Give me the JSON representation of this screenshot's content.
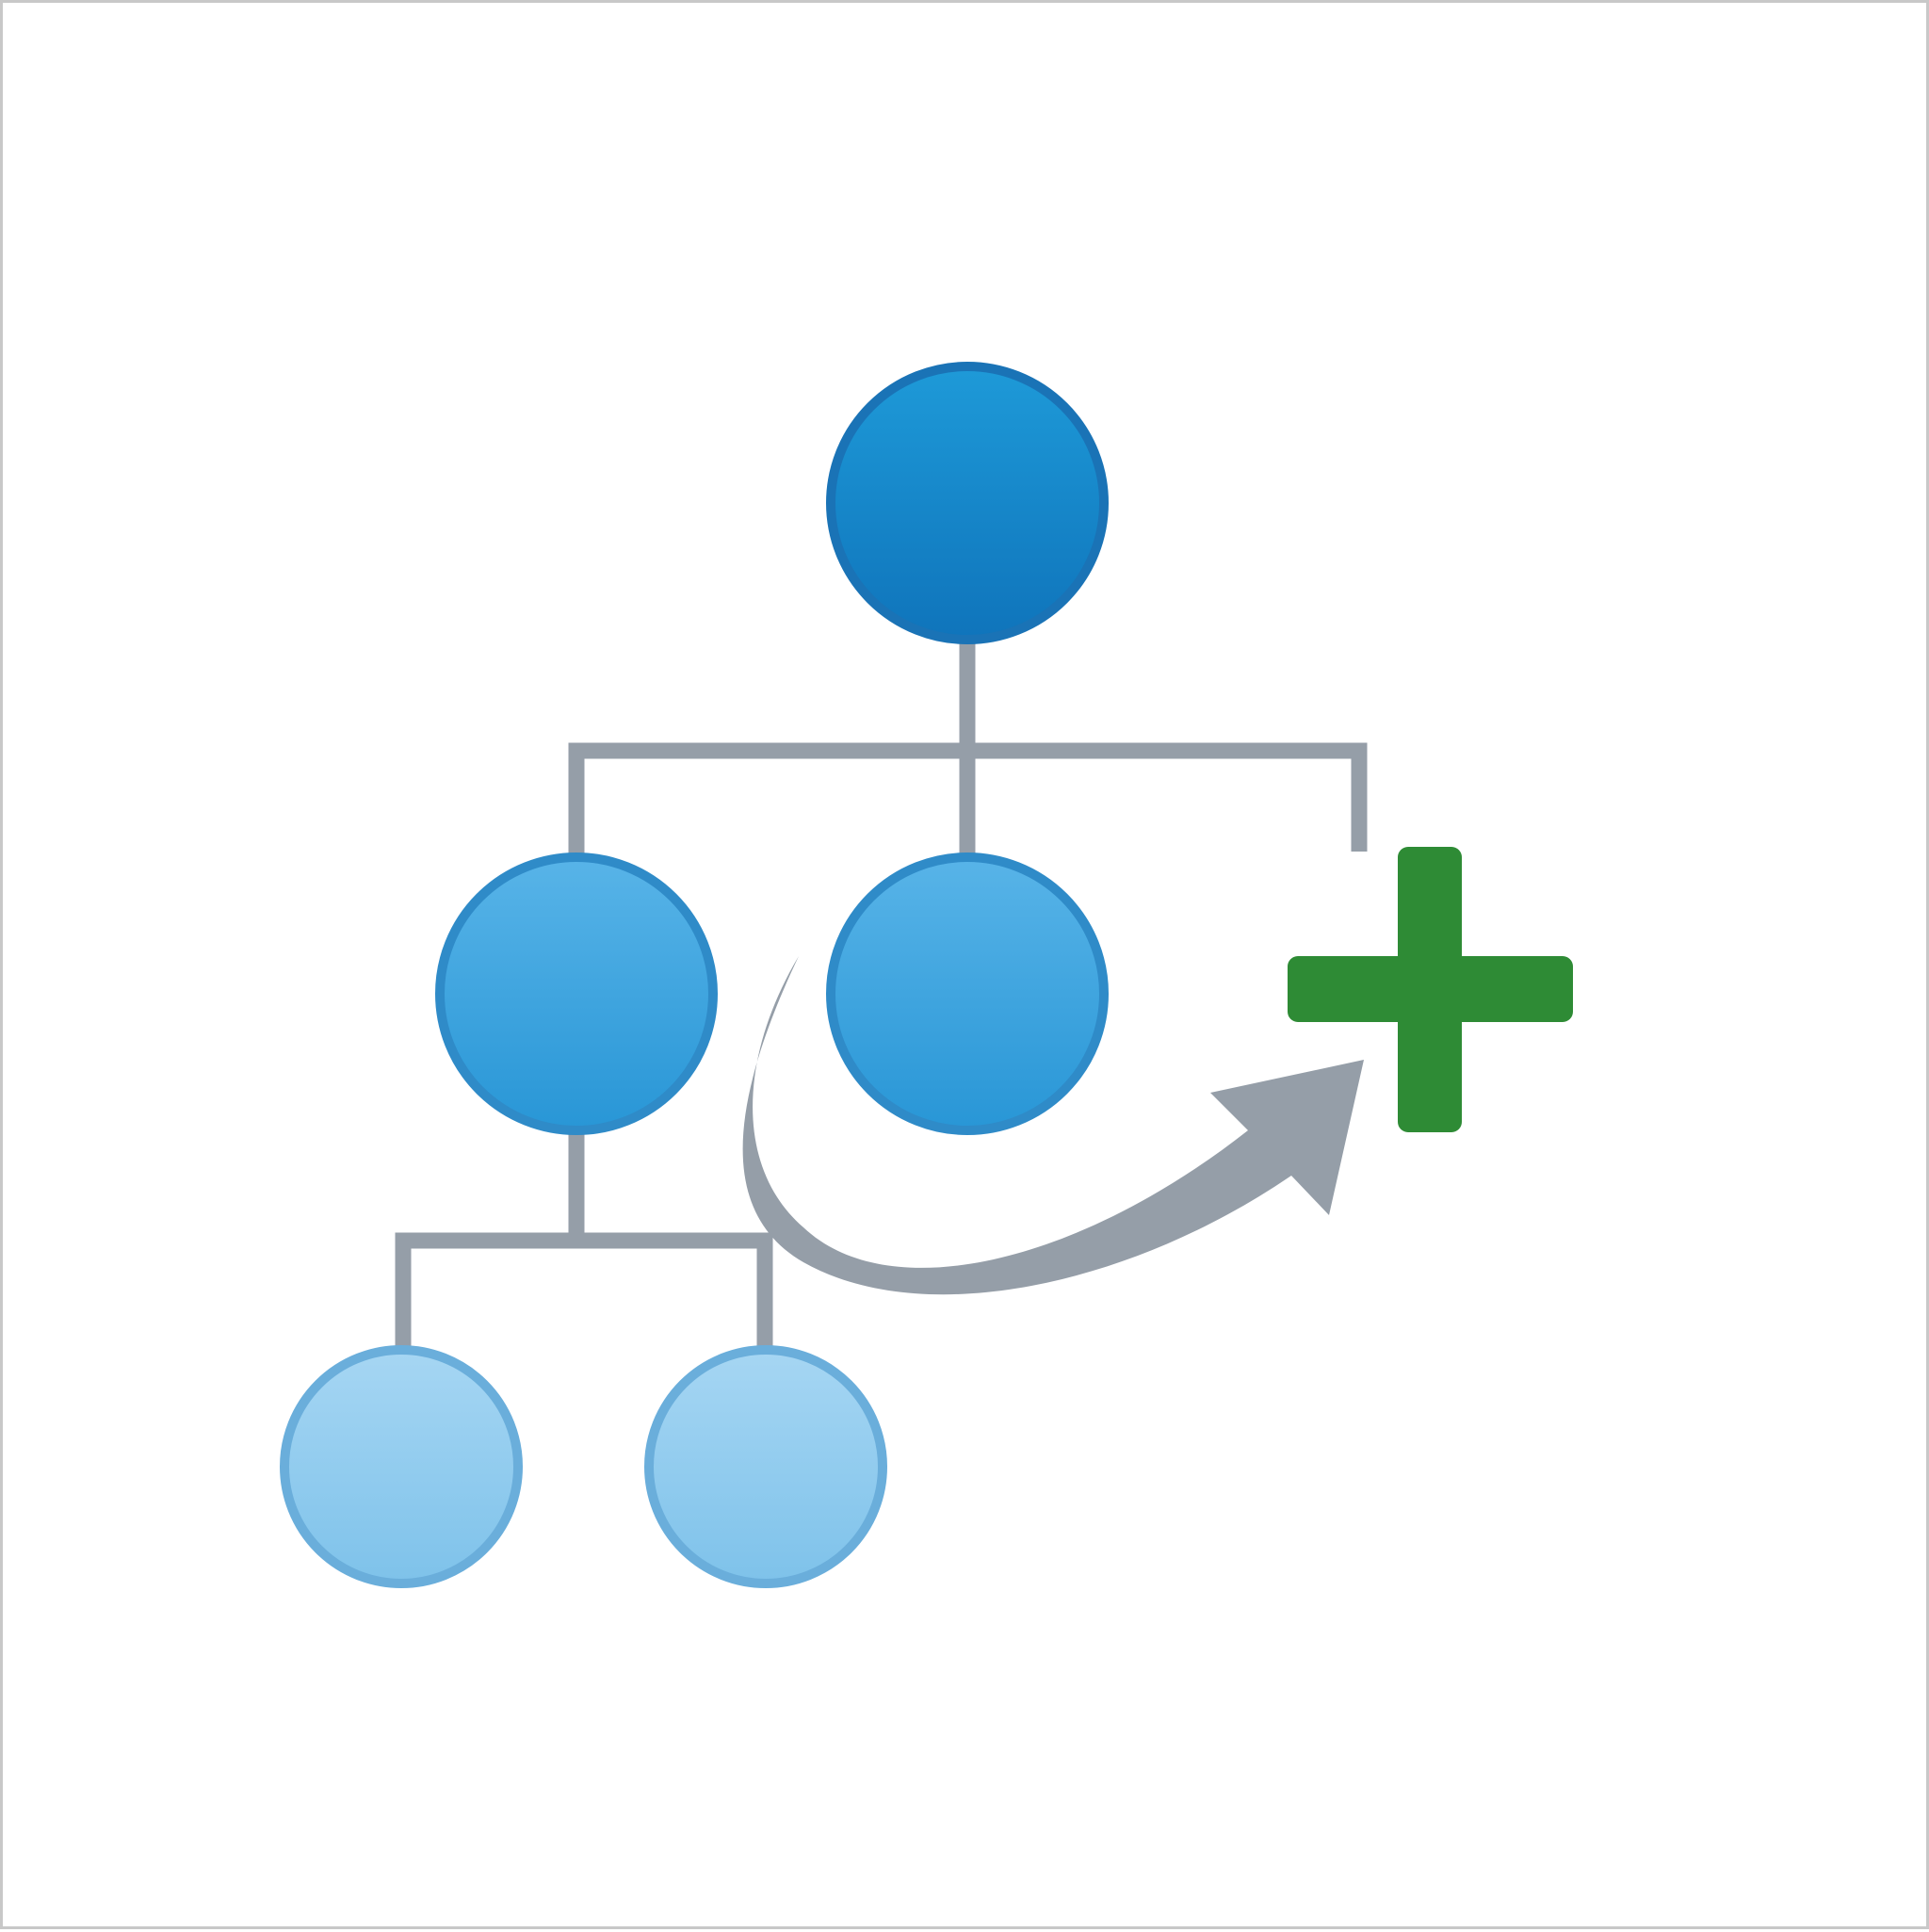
{
  "diagram": {
    "type": "hierarchy-add-node-icon",
    "colors": {
      "background": "#ffffff",
      "frame_border": "#c8c8c8",
      "connector": "#959ea8",
      "arrow": "#959ea8",
      "root_fill_top": "#1e9ad8",
      "root_fill_bottom": "#0f74bb",
      "root_stroke": "#1a73b6",
      "mid_fill_top": "#58b4e8",
      "mid_fill_bottom": "#2896d6",
      "mid_stroke": "#2f8bc8",
      "leaf_fill_top": "#a6d6f3",
      "leaf_fill_bottom": "#7ec2ea",
      "leaf_stroke": "#6aaedb",
      "plus": "#2e8b35"
    },
    "nodes": [
      {
        "id": "root",
        "level": 0
      },
      {
        "id": "child-left",
        "level": 1,
        "parent": "root"
      },
      {
        "id": "child-middle",
        "level": 1,
        "parent": "root"
      },
      {
        "id": "grandchild-left",
        "level": 2,
        "parent": "child-left"
      },
      {
        "id": "grandchild-right",
        "level": 2,
        "parent": "child-left"
      }
    ],
    "icons": {
      "arrow": "curved-arrow-icon",
      "add": "plus-icon"
    }
  }
}
